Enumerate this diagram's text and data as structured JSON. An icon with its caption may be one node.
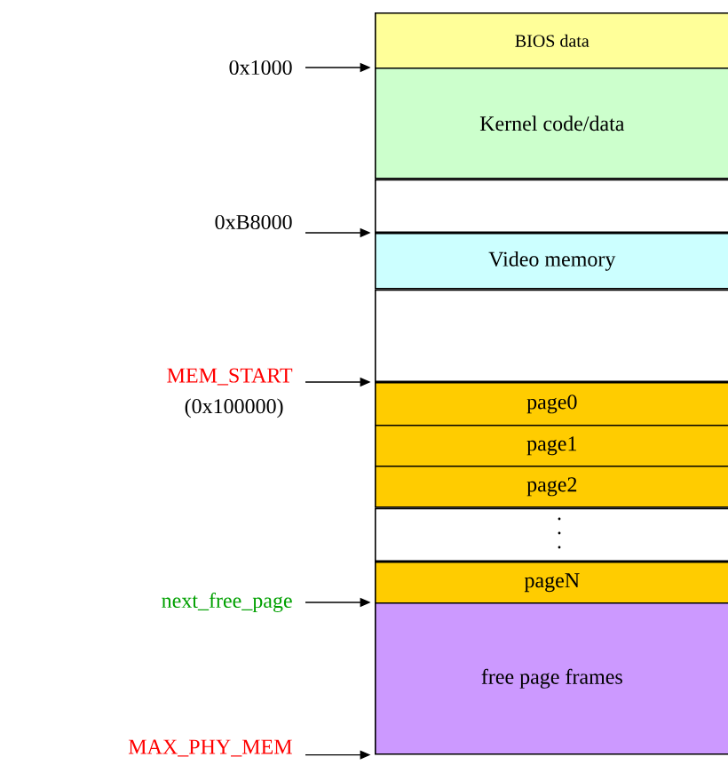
{
  "diagram": {
    "nodes": [
      {
        "text": [
          "BIOS data"
        ]
      },
      {
        "text": [
          "Kernel code/data"
        ]
      },
      {
        "text": [],
        "shape": "box"
      },
      {
        "text": [
          "Video memory"
        ]
      },
      {
        "text": [],
        "shape": "box"
      },
      {
        "text": [
          "page0"
        ]
      },
      {
        "text": [
          "page1"
        ]
      },
      {
        "text": [
          "page2"
        ]
      },
      {
        "text": [],
        "shape": "box"
      },
      {
        "text": [
          "pageN"
        ]
      },
      {
        "text": [
          "free page frames"
        ]
      },
      {
        "text": [
          "0x1000"
        ]
      },
      {
        "text": [
          "0xB8000"
        ]
      },
      {
        "text": [
          "MEM_START"
        ],
        "beside": [
          "(0x100000)"
        ]
      },
      {
        "text": [
          "next_free_page"
        ]
      },
      {
        "text": [
          "MAX_PHY_MEM"
        ]
      }
    ],
    "edges": [
      {
        "from": 11,
        "to": 1,
        "arrow": "to"
      },
      {
        "from": 12,
        "to": 3,
        "arrow": "to"
      },
      {
        "from": 13,
        "to": 5,
        "arrow": "to"
      },
      {
        "from": 14,
        "to": 10,
        "arrow": "to"
      },
      {
        "from": 15,
        "to": 10,
        "arrow": "to"
      }
    ]
  }
}
